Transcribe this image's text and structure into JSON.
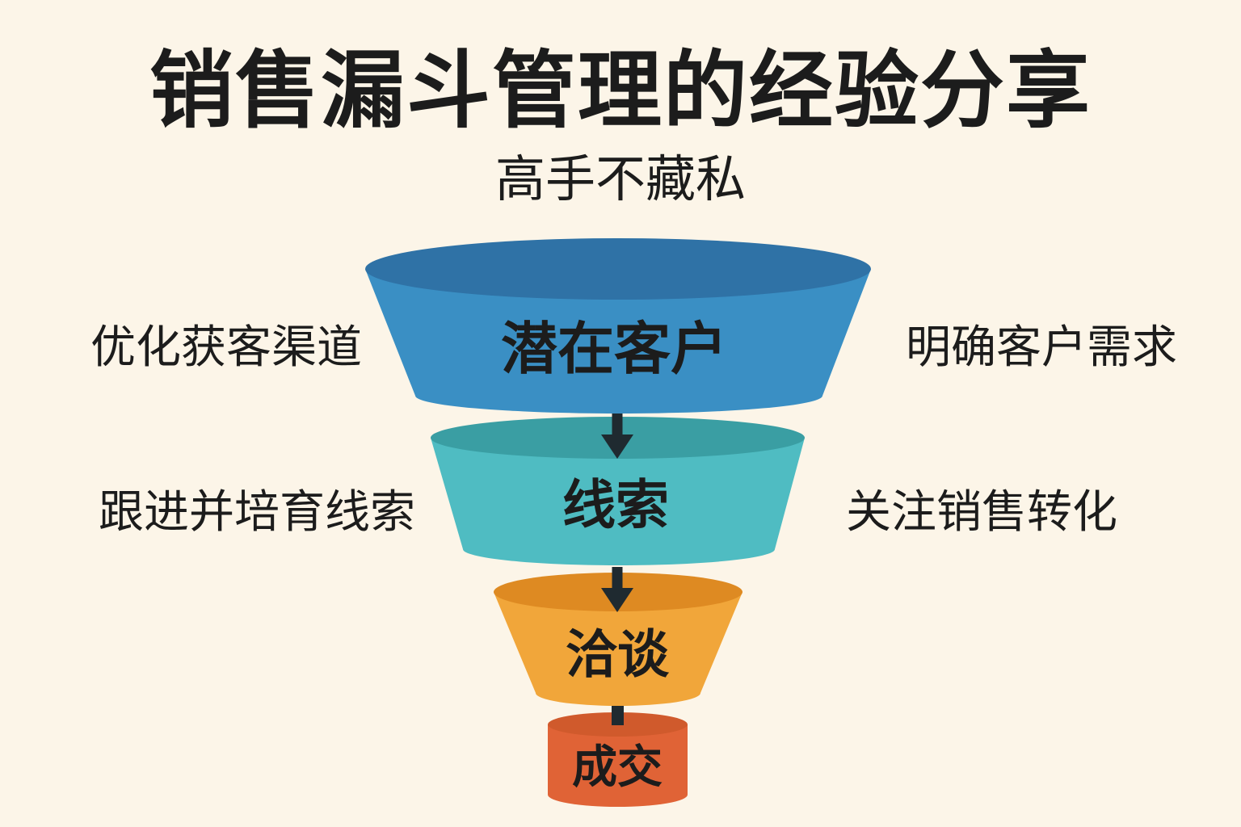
{
  "header": {
    "title": "销售漏斗管理的经验分享",
    "subtitle": "高手不藏私"
  },
  "funnel": {
    "stages": [
      {
        "label": "潜在客户",
        "color_top": "#2f72a6",
        "color_body": "#3a8fc4"
      },
      {
        "label": "线索",
        "color_top": "#3a9ea3",
        "color_body": "#4fbcc2"
      },
      {
        "label": "洽谈",
        "color_top": "#de8a22",
        "color_body": "#f1a63a"
      },
      {
        "label": "成交",
        "color_top": "#d05a2c",
        "color_body": "#e06336"
      }
    ],
    "arrow_color": "#1f2a30",
    "label_color": "#1c1c1c"
  },
  "notes": {
    "left": [
      "优化获客渠道",
      "跟进并培育线索"
    ],
    "right": [
      "明确客户需求",
      "关注销售转化"
    ]
  }
}
